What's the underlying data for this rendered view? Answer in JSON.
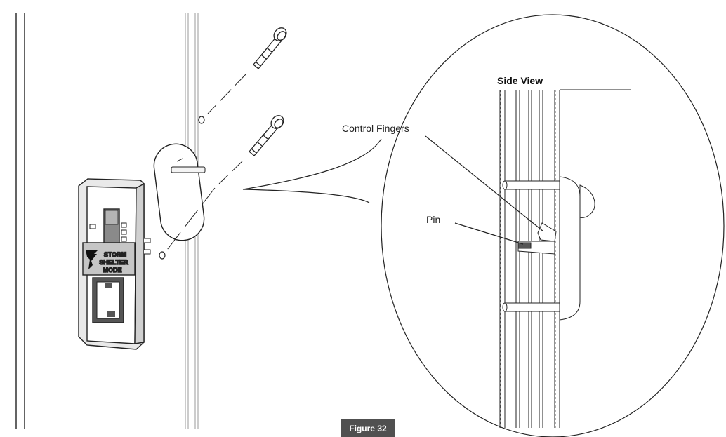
{
  "callout": {
    "title": "Side View",
    "control_fingers_label": "Control Fingers",
    "pin_label": "Pin"
  },
  "device_plate": {
    "line1": "STORM",
    "line2": "SHELTER",
    "line3": "MODE"
  },
  "figure_label": "Figure 32"
}
